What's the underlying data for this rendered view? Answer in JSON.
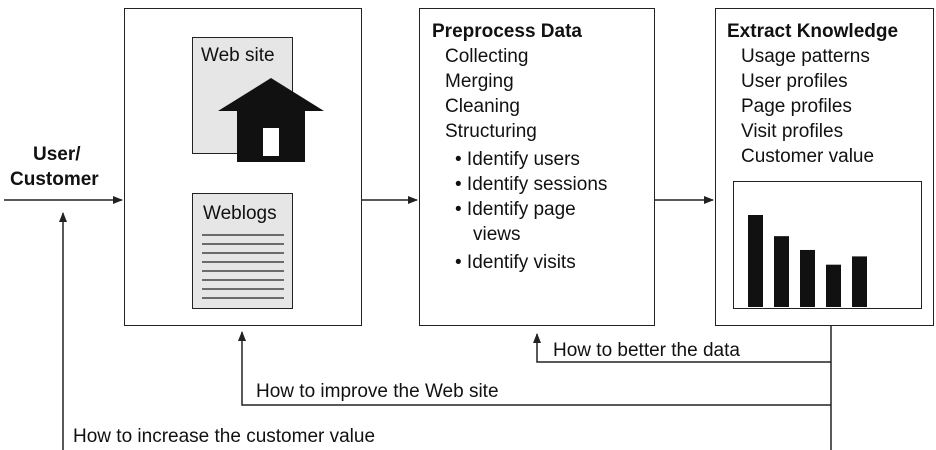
{
  "actor": {
    "line1": "User/",
    "line2": "Customer"
  },
  "website_box": {
    "site_label": "Web site",
    "logs_label": "Weblogs",
    "house_icon": "house-icon",
    "document_icon": "document-lines-icon"
  },
  "preprocess": {
    "title": "Preprocess Data",
    "steps": [
      "Collecting",
      "Merging",
      "Cleaning",
      "Structuring"
    ],
    "bullets": [
      "• Identify users",
      "• Identify sessions",
      "• Identify page",
      "views",
      "• Identify visits"
    ]
  },
  "extract": {
    "title": "Extract Knowledge",
    "items": [
      "Usage patterns",
      "User profiles",
      "Page profiles",
      "Visit profiles",
      "Customer value"
    ],
    "bars": [
      1.0,
      0.77,
      0.62,
      0.46,
      0.55
    ]
  },
  "feedback": {
    "data": "How to better the data",
    "website": "How to improve the Web site",
    "customer": "How to increase the customer value"
  },
  "colors": {
    "line": "#222222",
    "panel": "#e6e6e6",
    "bar": "#111111"
  }
}
